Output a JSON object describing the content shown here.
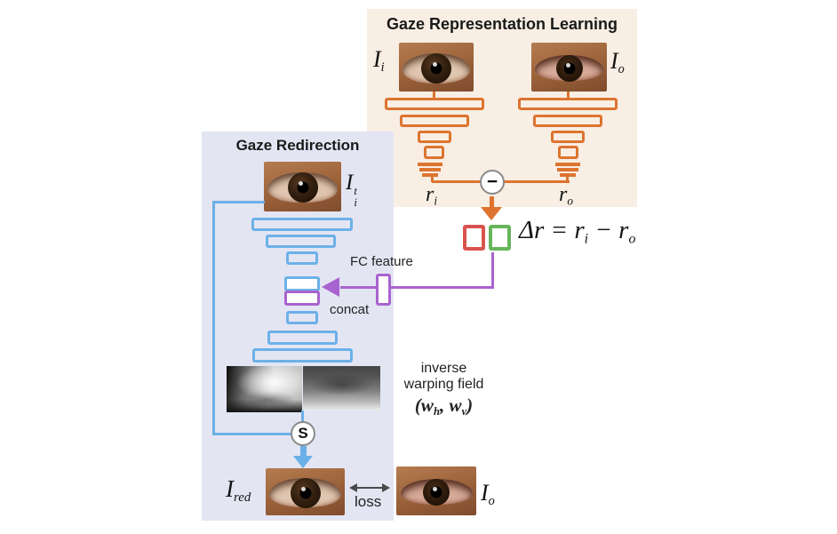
{
  "figure": {
    "representation_panel": {
      "title": "Gaze Representation Learning",
      "input_image_label": {
        "base": "I",
        "sub": "i"
      },
      "target_image_label": {
        "base": "I",
        "sub": "o"
      },
      "left_feature_label": {
        "base": "r",
        "sub": "i"
      },
      "right_feature_label": {
        "base": "r",
        "sub": "o"
      },
      "minus_symbol": "−"
    },
    "delta_block": {
      "equation": {
        "lead": "Δr = r",
        "sub1": "i",
        "mid": " − r",
        "sub2": "o"
      }
    },
    "redirection_panel": {
      "title": "Gaze Redirection",
      "input_image_label": {
        "base": "I",
        "sup": "t",
        "sub": "i"
      },
      "fc_feature_label": "FC feature",
      "concat_label": "concat",
      "warp_caption": {
        "line1": "inverse",
        "line2": "warping field"
      },
      "warp_math": {
        "open": "(",
        "w1": "w",
        "w1sub": "h",
        "comma": ", ",
        "w2": "w",
        "w2sub": "v",
        "close": ")"
      },
      "sampler_symbol": "S",
      "output_image_label": {
        "base": "I",
        "sub": "red"
      },
      "loss_label": "loss",
      "target_image_label": {
        "base": "I",
        "sub": "o"
      }
    },
    "colors": {
      "representation_bg": "#f8eee3",
      "redirection_bg": "#e3e5f3",
      "encoder_orange": "#dd7430",
      "network_blue": "#6cb0e8",
      "fc_purple": "#a963cf",
      "delta_red": "#d9534f",
      "delta_green": "#67b55b"
    }
  }
}
